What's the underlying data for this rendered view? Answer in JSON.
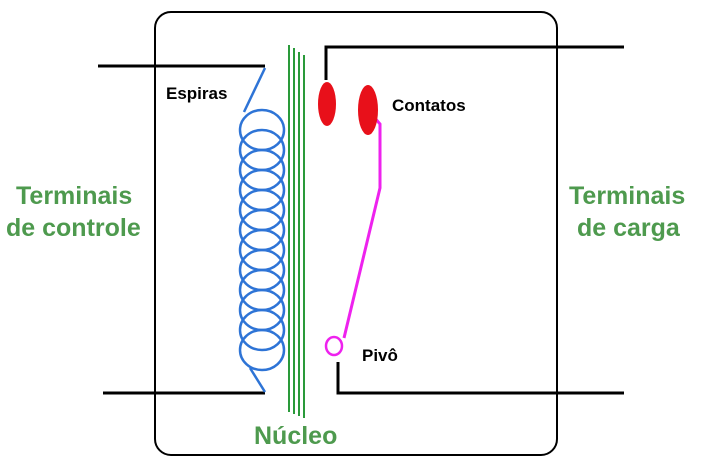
{
  "labels": {
    "espiras": "Espiras",
    "contatos": "Contatos",
    "pivo": "Pivô",
    "nucleo": "Núcleo",
    "terminais_controle_1": "Terminais",
    "terminais_controle_2": "de controle",
    "terminais_carga_1": "Terminais",
    "terminais_carga_2": "de carga"
  },
  "colors": {
    "outline": "#000000",
    "coil": "#2e74d6",
    "core": "#2a9a3a",
    "contact": "#e8101a",
    "armature": "#ee22ee",
    "label_green": "#4e9a4e",
    "label_black": "#000000"
  }
}
